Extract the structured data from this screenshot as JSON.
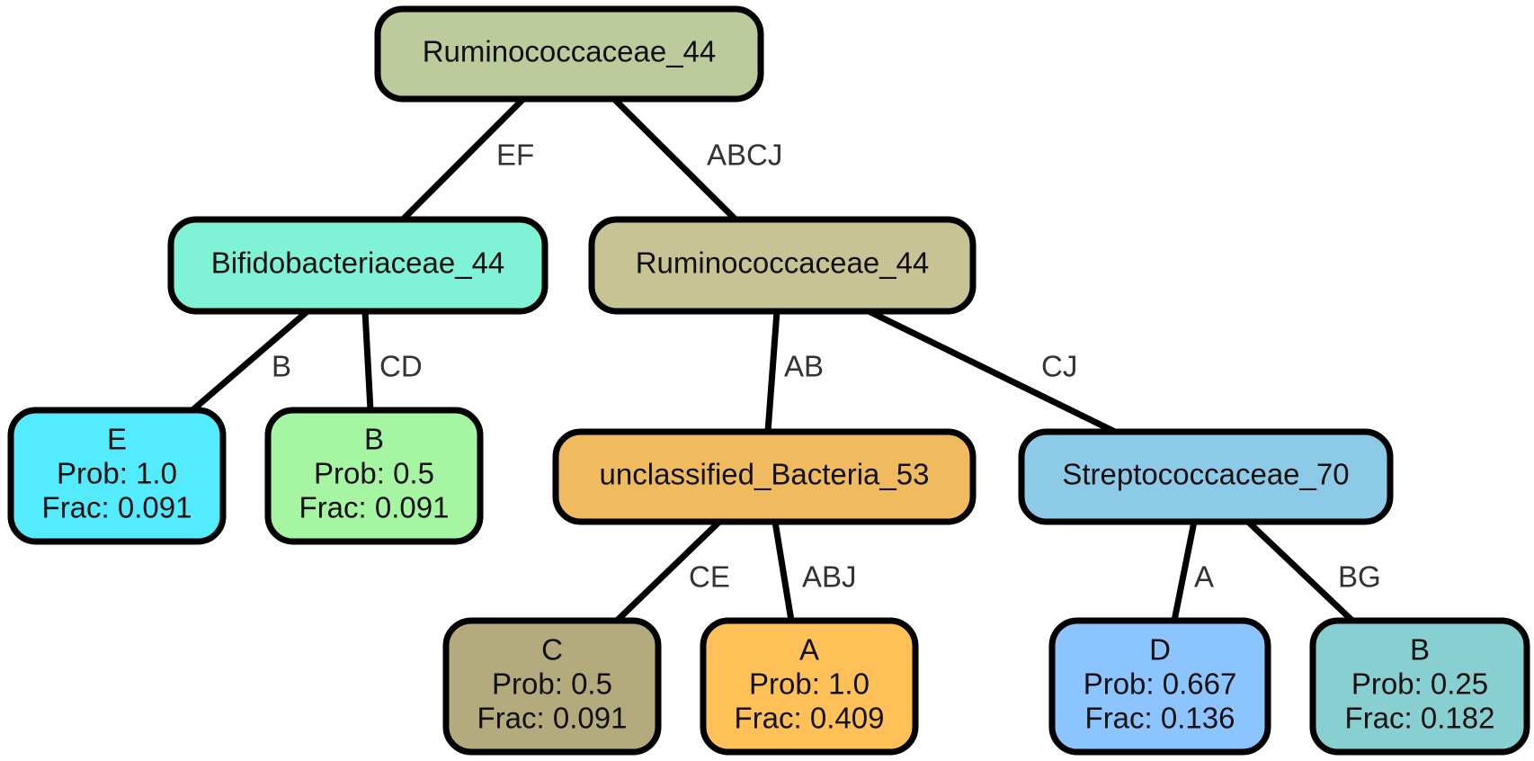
{
  "nodes": [
    {
      "id": "root",
      "lines": [
        "Ruminococcaceae_44"
      ],
      "fill": "#bdca9c"
    },
    {
      "id": "bifido",
      "lines": [
        "Bifidobacteriaceae_44"
      ],
      "fill": "#80f2d5"
    },
    {
      "id": "rumino2",
      "lines": [
        "Ruminococcaceae_44"
      ],
      "fill": "#c8c394"
    },
    {
      "id": "leafE",
      "lines": [
        "E",
        "Prob: 1.0",
        "Frac: 0.091"
      ],
      "fill": "#55ebff"
    },
    {
      "id": "leafB1",
      "lines": [
        "B",
        "Prob: 0.5",
        "Frac: 0.091"
      ],
      "fill": "#a6f5a3"
    },
    {
      "id": "unclass",
      "lines": [
        "unclassified_Bacteria_53"
      ],
      "fill": "#efbb5e"
    },
    {
      "id": "strepto",
      "lines": [
        "Streptococcaceae_70"
      ],
      "fill": "#8dcae7"
    },
    {
      "id": "leafC",
      "lines": [
        "C",
        "Prob: 0.5",
        "Frac: 0.091"
      ],
      "fill": "#b3aa7d"
    },
    {
      "id": "leafA",
      "lines": [
        "A",
        "Prob: 1.0",
        "Frac: 0.409"
      ],
      "fill": "#ffc157"
    },
    {
      "id": "leafD",
      "lines": [
        "D",
        "Prob: 0.667",
        "Frac: 0.136"
      ],
      "fill": "#8cc4ff"
    },
    {
      "id": "leafB2",
      "lines": [
        "B",
        "Prob: 0.25",
        "Frac: 0.182"
      ],
      "fill": "#88cfd2"
    }
  ],
  "edges": [
    {
      "from": "root",
      "to": "bifido",
      "label": "EF"
    },
    {
      "from": "root",
      "to": "rumino2",
      "label": "ABCJ"
    },
    {
      "from": "bifido",
      "to": "leafE",
      "label": "B"
    },
    {
      "from": "bifido",
      "to": "leafB1",
      "label": "CD"
    },
    {
      "from": "rumino2",
      "to": "unclass",
      "label": "AB"
    },
    {
      "from": "rumino2",
      "to": "strepto",
      "label": "CJ"
    },
    {
      "from": "unclass",
      "to": "leafC",
      "label": "CE"
    },
    {
      "from": "unclass",
      "to": "leafA",
      "label": "ABJ"
    },
    {
      "from": "strepto",
      "to": "leafD",
      "label": "A"
    },
    {
      "from": "strepto",
      "to": "leafB2",
      "label": "BG"
    }
  ]
}
